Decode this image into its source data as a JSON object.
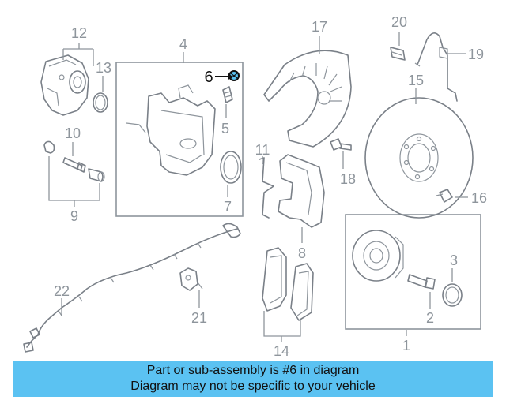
{
  "diagram": {
    "callouts": {
      "n1": "1",
      "n2": "2",
      "n3": "3",
      "n4": "4",
      "n5": "5",
      "n6": "6",
      "n7": "7",
      "n8": "8",
      "n9": "9",
      "n10": "10",
      "n11": "11",
      "n12": "12",
      "n13": "13",
      "n14": "14",
      "n15": "15",
      "n16": "16",
      "n17": "17",
      "n18": "18",
      "n19": "19",
      "n20": "20",
      "n21": "21",
      "n22": "22"
    },
    "highlighted_callout": "6",
    "highlight_color": "#5bc2f2"
  },
  "banner": {
    "line1": "Part or sub-assembly is #6 in diagram",
    "line2": "Diagram may not be specific to your vehicle",
    "background": "#5bc2f2"
  }
}
